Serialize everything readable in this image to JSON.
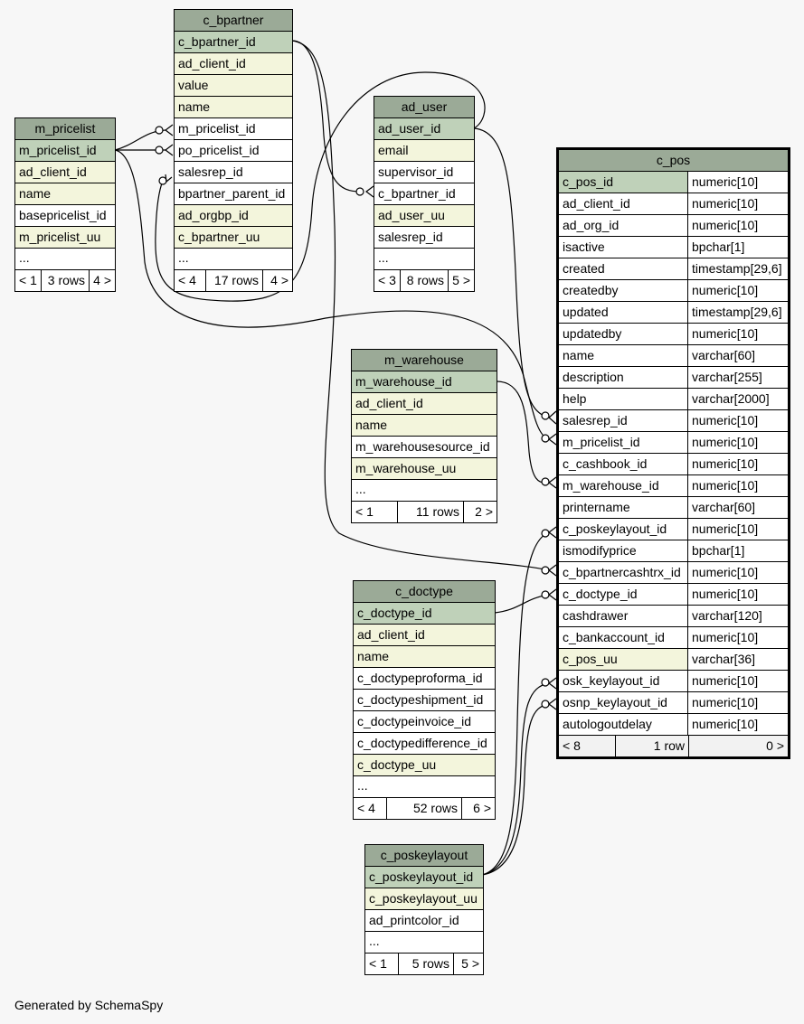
{
  "tables": {
    "c_bpartner": {
      "name": "c_bpartner",
      "columns": [
        "c_bpartner_id",
        "ad_client_id",
        "value",
        "name",
        "m_pricelist_id",
        "po_pricelist_id",
        "salesrep_id",
        "bpartner_parent_id",
        "ad_orgbp_id",
        "c_bpartner_uu"
      ],
      "more": "...",
      "footer": {
        "left": "< 4",
        "mid": "17 rows",
        "right": "4 >"
      }
    },
    "m_pricelist": {
      "name": "m_pricelist",
      "columns": [
        "m_pricelist_id",
        "ad_client_id",
        "name",
        "basepricelist_id",
        "m_pricelist_uu"
      ],
      "more": "...",
      "footer": {
        "left": "< 1",
        "mid": "3 rows",
        "right": "4 >"
      }
    },
    "ad_user": {
      "name": "ad_user",
      "columns": [
        "ad_user_id",
        "email",
        "supervisor_id",
        "c_bpartner_id",
        "ad_user_uu",
        "salesrep_id"
      ],
      "more": "...",
      "footer": {
        "left": "< 3",
        "mid": "8 rows",
        "right": "5 >"
      }
    },
    "m_warehouse": {
      "name": "m_warehouse",
      "columns": [
        "m_warehouse_id",
        "ad_client_id",
        "name",
        "m_warehousesource_id",
        "m_warehouse_uu"
      ],
      "more": "...",
      "footer": {
        "left": "< 1",
        "mid": "11 rows",
        "right": "2 >"
      }
    },
    "c_doctype": {
      "name": "c_doctype",
      "columns": [
        "c_doctype_id",
        "ad_client_id",
        "name",
        "c_doctypeproforma_id",
        "c_doctypeshipment_id",
        "c_doctypeinvoice_id",
        "c_doctypedifference_id",
        "c_doctype_uu"
      ],
      "more": "...",
      "footer": {
        "left": "< 4",
        "mid": "52 rows",
        "right": "6 >"
      }
    },
    "c_poskeylayout": {
      "name": "c_poskeylayout",
      "columns": [
        "c_poskeylayout_id",
        "c_poskeylayout_uu",
        "ad_printcolor_id"
      ],
      "more": "...",
      "footer": {
        "left": "< 1",
        "mid": "5 rows",
        "right": "5 >"
      }
    },
    "c_pos": {
      "name": "c_pos",
      "columns": [
        {
          "name": "c_pos_id",
          "type": "numeric[10]"
        },
        {
          "name": "ad_client_id",
          "type": "numeric[10]"
        },
        {
          "name": "ad_org_id",
          "type": "numeric[10]"
        },
        {
          "name": "isactive",
          "type": "bpchar[1]"
        },
        {
          "name": "created",
          "type": "timestamp[29,6]"
        },
        {
          "name": "createdby",
          "type": "numeric[10]"
        },
        {
          "name": "updated",
          "type": "timestamp[29,6]"
        },
        {
          "name": "updatedby",
          "type": "numeric[10]"
        },
        {
          "name": "name",
          "type": "varchar[60]"
        },
        {
          "name": "description",
          "type": "varchar[255]"
        },
        {
          "name": "help",
          "type": "varchar[2000]"
        },
        {
          "name": "salesrep_id",
          "type": "numeric[10]"
        },
        {
          "name": "m_pricelist_id",
          "type": "numeric[10]"
        },
        {
          "name": "c_cashbook_id",
          "type": "numeric[10]"
        },
        {
          "name": "m_warehouse_id",
          "type": "numeric[10]"
        },
        {
          "name": "printername",
          "type": "varchar[60]"
        },
        {
          "name": "c_poskeylayout_id",
          "type": "numeric[10]"
        },
        {
          "name": "ismodifyprice",
          "type": "bpchar[1]"
        },
        {
          "name": "c_bpartnercashtrx_id",
          "type": "numeric[10]"
        },
        {
          "name": "c_doctype_id",
          "type": "numeric[10]"
        },
        {
          "name": "cashdrawer",
          "type": "varchar[120]"
        },
        {
          "name": "c_bankaccount_id",
          "type": "numeric[10]"
        },
        {
          "name": "c_pos_uu",
          "type": "varchar[36]"
        },
        {
          "name": "osk_keylayout_id",
          "type": "numeric[10]"
        },
        {
          "name": "osnp_keylayout_id",
          "type": "numeric[10]"
        },
        {
          "name": "autologoutdelay",
          "type": "numeric[10]"
        }
      ],
      "footer": {
        "left": "< 8",
        "mid": "1 row",
        "right": "0 >"
      }
    }
  },
  "footer_note": "Generated by SchemaSpy",
  "colors": {
    "header": "#9baa97",
    "primary_key": "#bfd1b9",
    "indexed": "#f3f5dc",
    "background": "#f7f7f7"
  }
}
